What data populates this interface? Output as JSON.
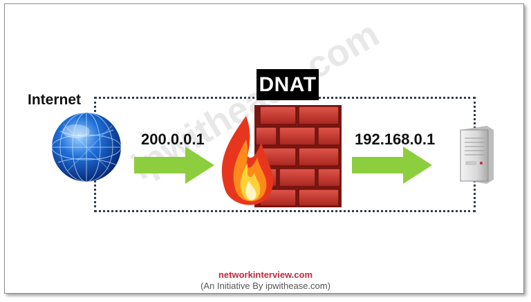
{
  "diagram": {
    "internet_label": "Internet",
    "nat_badge": "DNAT",
    "public_ip": "200.0.0.1",
    "private_ip": "192.168.0.1",
    "watermark": "ipwithease.com",
    "footer_site": "networkinterview.com",
    "footer_note": "(An Initiative By ipwithease.com)",
    "colors": {
      "arrow": "#8dce3e",
      "brick": "#c8372d",
      "badge_bg": "#000000",
      "footer_site": "#c0283c"
    },
    "icons": [
      "globe-icon",
      "arrow-right-icon",
      "firewall-brick-icon",
      "flame-icon",
      "server-icon"
    ]
  }
}
